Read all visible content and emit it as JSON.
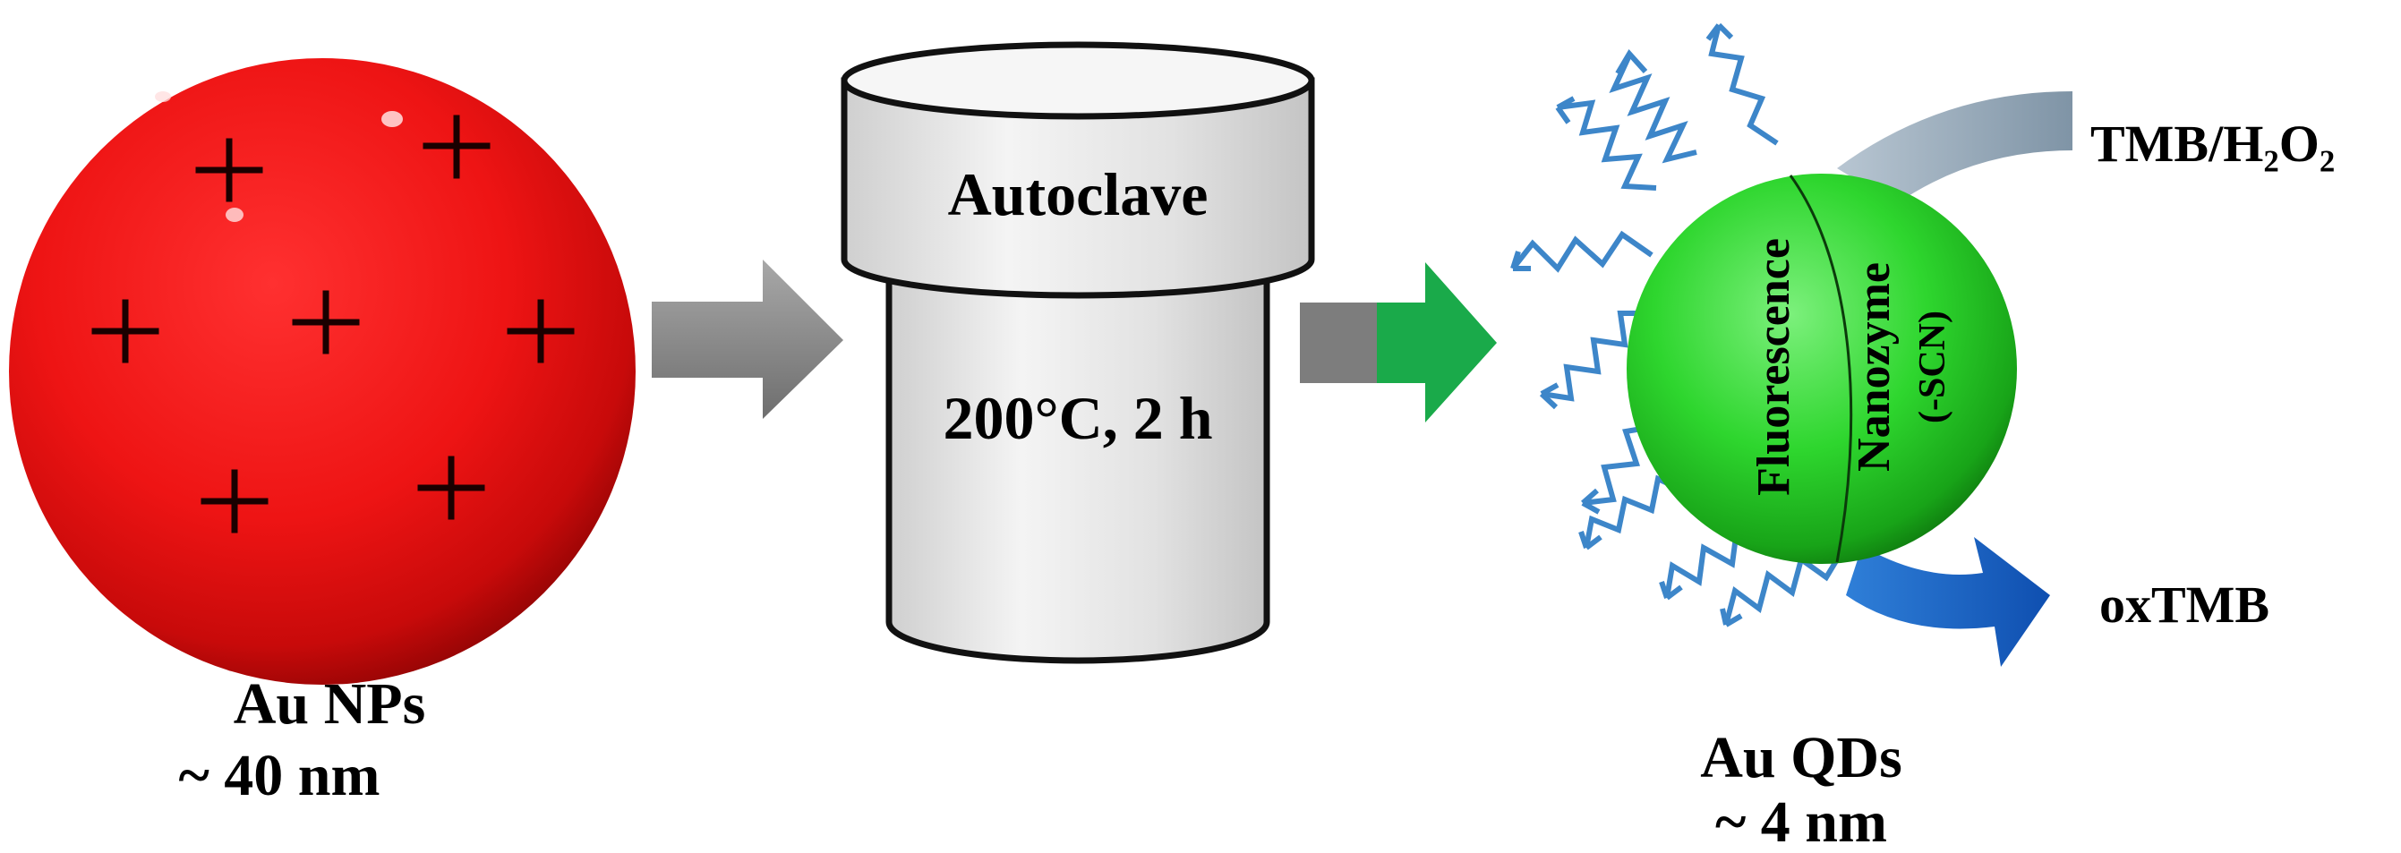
{
  "left_particle": {
    "name": "Au NPs",
    "size": "~ 40 nm",
    "charge_symbol": "+",
    "color": "#ff1010"
  },
  "autoclave": {
    "label": "Autoclave",
    "condition": "200°C, 2 h",
    "color": "#e4e4e4"
  },
  "right_particle": {
    "name": "Au QDs",
    "size": "~ 4 nm",
    "left_half_label": "Fluorescence",
    "right_half_label": "Nanozyme",
    "right_half_sublabel": "(-SCN)",
    "color": "#2ed62e"
  },
  "reaction": {
    "substrate": "TMB/H₂O₂",
    "product": "oxTMB",
    "substrate_arrow_color": "#8ea2b4",
    "product_arrow_color": "#1f66c9"
  },
  "arrows": {
    "first_color": "#8a8a8a",
    "second_tail_color": "#7d7d7d",
    "second_head_color": "#1aaa4a"
  },
  "emission_color": "#3d86c9"
}
